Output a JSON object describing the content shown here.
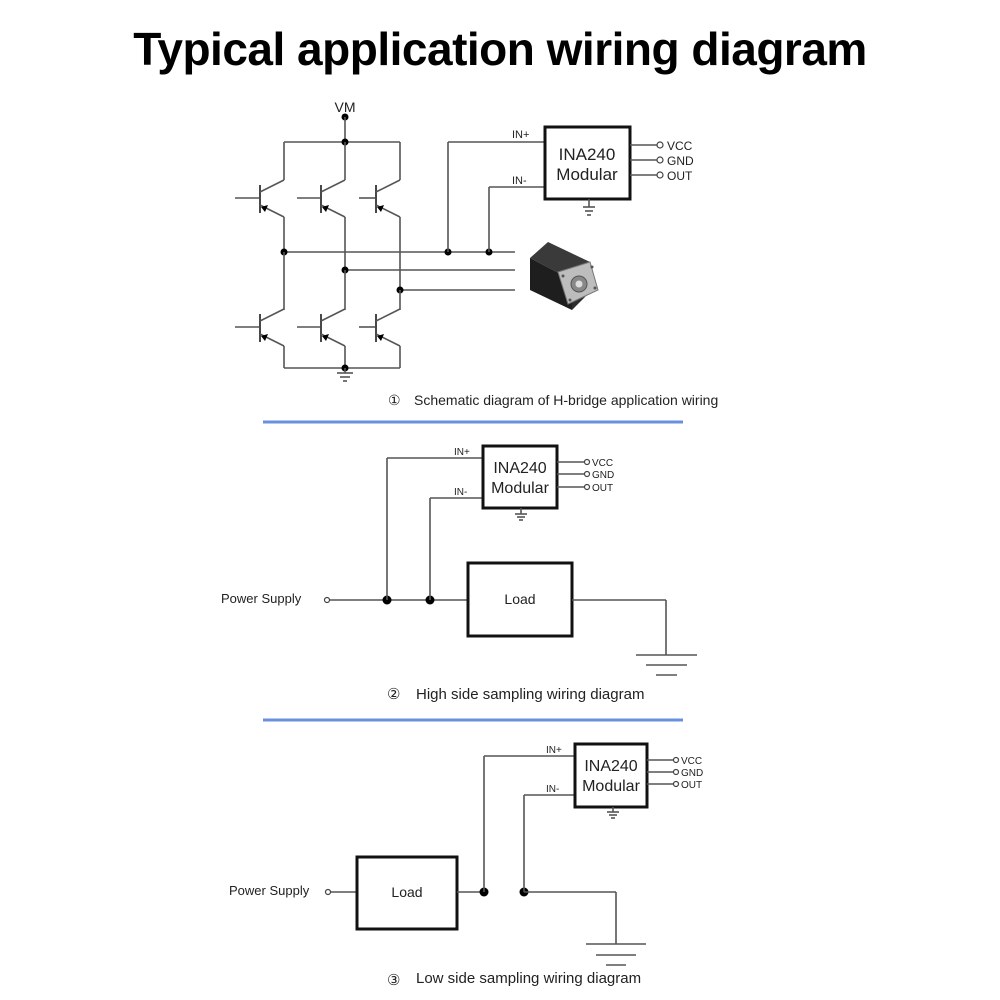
{
  "title": "Typical application wiring diagram",
  "module": {
    "line1": "INA240",
    "line2": "Modular"
  },
  "pins": {
    "in_plus": "IN+",
    "in_minus": "IN-",
    "vcc": "VCC",
    "gnd": "GND",
    "out": "OUT"
  },
  "sections": [
    {
      "number": "①",
      "caption": "Schematic diagram of H-bridge application wiring",
      "supply_label": "VM"
    },
    {
      "number": "②",
      "caption": "High side sampling wiring diagram",
      "supply_label": "Power Supply",
      "load_label": "Load"
    },
    {
      "number": "③",
      "caption": "Low side sampling wiring diagram",
      "supply_label": "Power Supply",
      "load_label": "Load"
    }
  ],
  "colors": {
    "divider": "#6a8fdc"
  }
}
